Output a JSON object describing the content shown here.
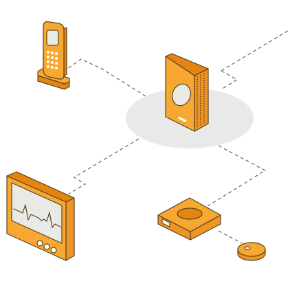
{
  "colors": {
    "orange": "#f6a833",
    "orange_side": "#ef9426",
    "orange_shadow": "#e38512",
    "outline": "#5a4318",
    "screen": "#e9e9e6",
    "halo": "#e9e9e9",
    "dash": "#666666"
  },
  "nodes": [
    {
      "id": "router",
      "icon": "wifi-router-icon"
    },
    {
      "id": "phone",
      "icon": "cordless-phone-icon"
    },
    {
      "id": "monitor",
      "icon": "heart-monitor-icon"
    },
    {
      "id": "hub",
      "icon": "hub-box-icon"
    },
    {
      "id": "sensor",
      "icon": "round-sensor-icon"
    }
  ],
  "links": [
    {
      "from": "router",
      "to": "phone"
    },
    {
      "from": "router",
      "to": "monitor"
    },
    {
      "from": "router",
      "to": "hub"
    },
    {
      "from": "hub",
      "to": "sensor"
    },
    {
      "from": "router",
      "to": "external"
    }
  ]
}
